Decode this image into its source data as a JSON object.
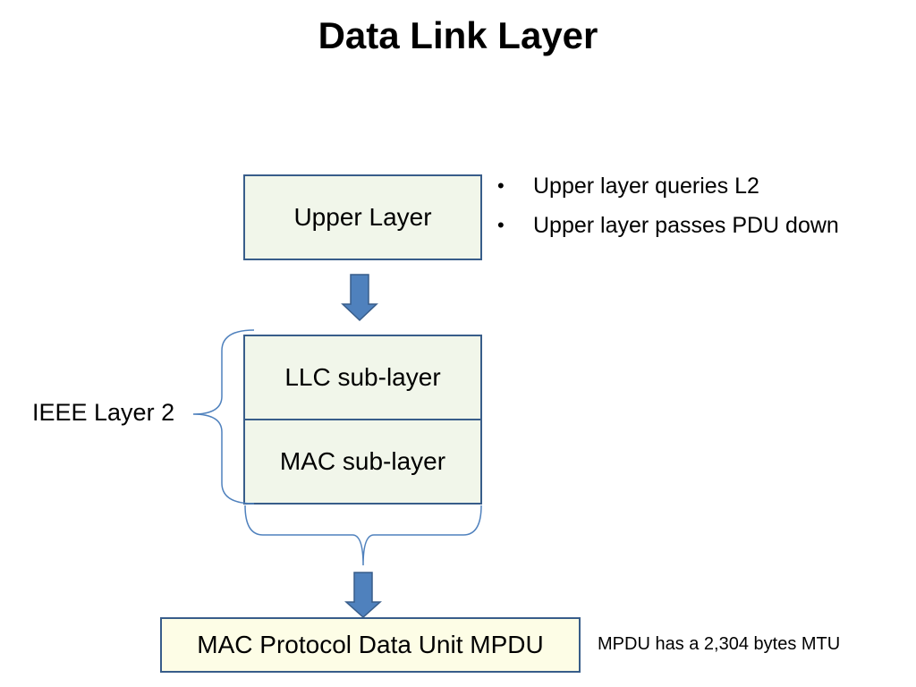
{
  "title": "Data Link Layer",
  "upper_box": {
    "label": "Upper Layer"
  },
  "bullets": [
    {
      "text": "Upper layer queries L2"
    },
    {
      "text": "Upper layer passes PDU down"
    }
  ],
  "llc_box": {
    "label": "LLC sub-layer"
  },
  "mac_box": {
    "label": "MAC sub-layer"
  },
  "group_label": "IEEE Layer 2",
  "mpdu_box": {
    "label": "MAC Protocol Data Unit MPDU"
  },
  "mpdu_note": "MPDU has a 2,304 bytes MTU",
  "colors": {
    "box_fill": "#f1f6ea",
    "box_border": "#385d8a",
    "arrow_fill": "#4f81bd",
    "brace": "#4f81bd",
    "mpdu_fill": "#fdfde6"
  }
}
